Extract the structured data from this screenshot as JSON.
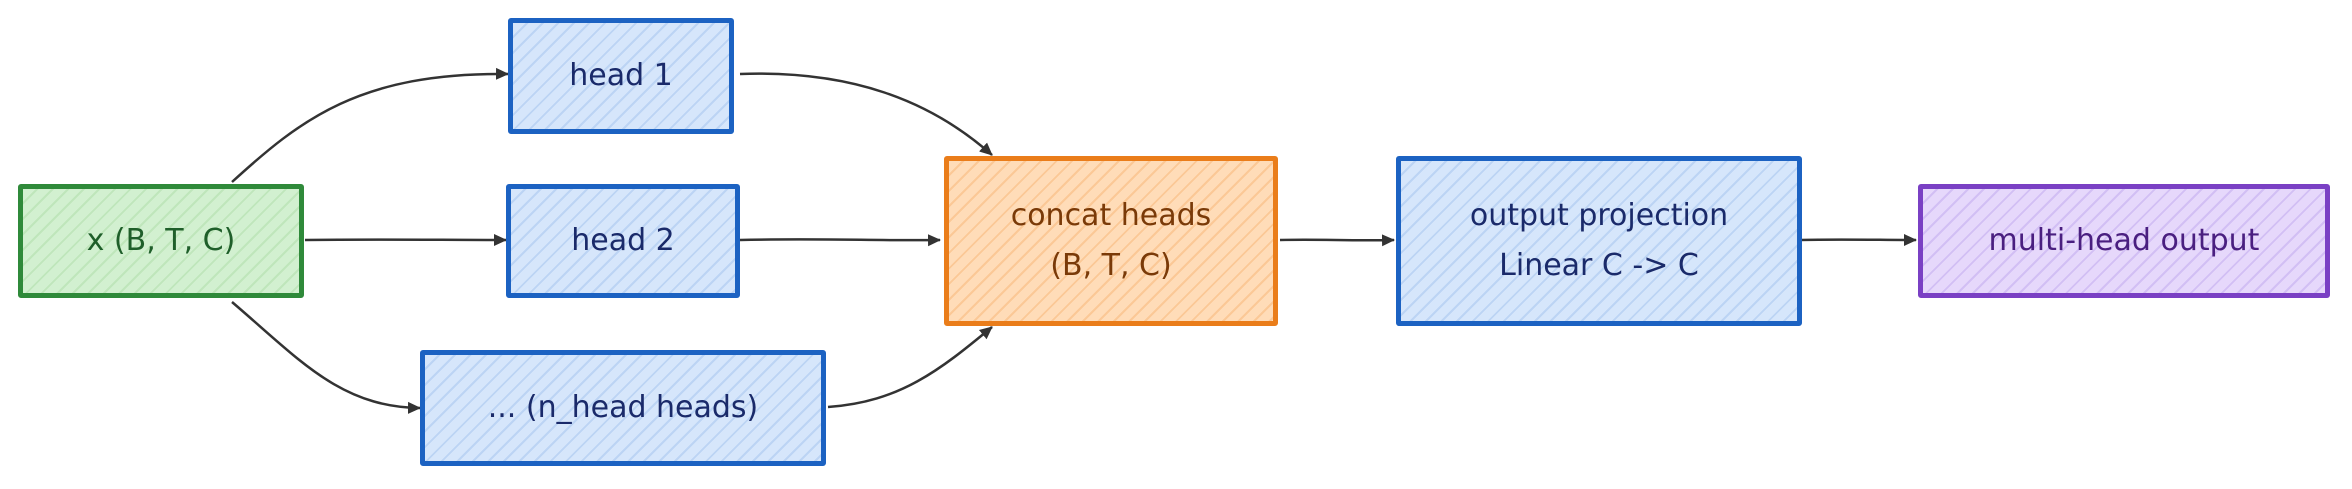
{
  "nodes": {
    "input": {
      "line1": "x (B, T, C)"
    },
    "head1": {
      "line1": "head 1"
    },
    "head2": {
      "line1": "head 2"
    },
    "head_n": {
      "line1": "... (n_head heads)"
    },
    "concat": {
      "line1": "concat heads",
      "line2": "(B, T, C)"
    },
    "projection": {
      "line1": "output projection",
      "line2": "Linear C -> C"
    },
    "output": {
      "line1": "multi-head output"
    }
  },
  "colors": {
    "input_stroke": "#2f8a3a",
    "head_stroke": "#1c62c2",
    "concat_stroke": "#ea7d1a",
    "output_stroke": "#7a40c4",
    "arrow": "#333333"
  }
}
